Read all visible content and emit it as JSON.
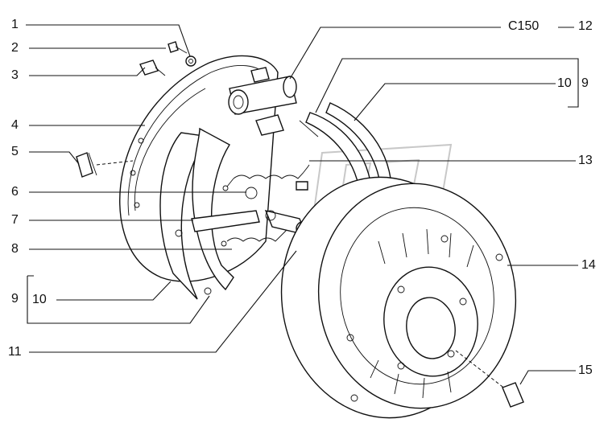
{
  "diagram": {
    "code": "C150",
    "callouts": [
      {
        "id": "c1",
        "text": "1"
      },
      {
        "id": "c2",
        "text": "2"
      },
      {
        "id": "c3",
        "text": "3"
      },
      {
        "id": "c4",
        "text": "4"
      },
      {
        "id": "c5",
        "text": "5"
      },
      {
        "id": "c6",
        "text": "6"
      },
      {
        "id": "c7",
        "text": "7"
      },
      {
        "id": "c8",
        "text": "8"
      },
      {
        "id": "c9l",
        "text": "9"
      },
      {
        "id": "c10l",
        "text": "10"
      },
      {
        "id": "c11",
        "text": "11"
      },
      {
        "id": "c12",
        "text": "12"
      },
      {
        "id": "c10r",
        "text": "10"
      },
      {
        "id": "c9r",
        "text": "9"
      },
      {
        "id": "c13",
        "text": "13"
      },
      {
        "id": "c14",
        "text": "14"
      },
      {
        "id": "c15",
        "text": "15"
      }
    ]
  }
}
